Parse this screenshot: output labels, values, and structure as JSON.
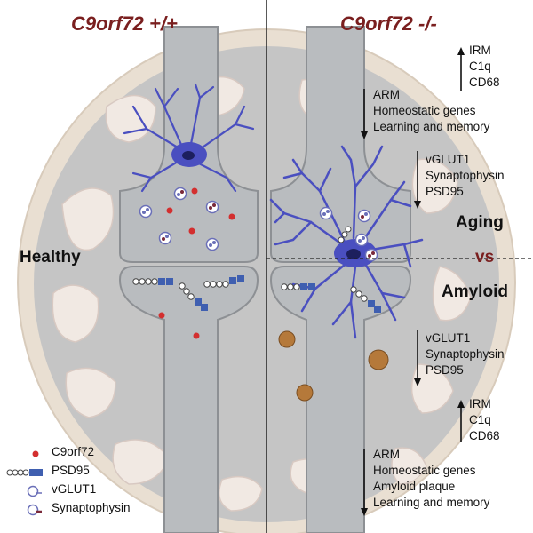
{
  "titles": {
    "left": "C9orf72 +/+",
    "right": "C9orf72 -/-"
  },
  "labels": {
    "healthy": "Healthy",
    "aging": "Aging",
    "vs": "vs",
    "amyloid": "Amyloid"
  },
  "aging": {
    "up": [
      "IRM",
      "C1q",
      "CD68"
    ],
    "down": [
      "ARM",
      "Homeostatic genes",
      "Learning and memory"
    ],
    "synaptic_down": [
      "vGLUT1",
      "Synaptophysin",
      "PSD95"
    ]
  },
  "amyloid": {
    "synaptic_down": [
      "vGLUT1",
      "Synaptophysin",
      "PSD95"
    ],
    "up": [
      "IRM",
      "C1q",
      "CD68"
    ],
    "down": [
      "ARM",
      "Homeostatic genes",
      "Amyloid plaque",
      "Learning and memory"
    ]
  },
  "legend": [
    "C9orf72",
    "PSD95",
    "vGLUT1",
    "Synaptophysin"
  ],
  "colors": {
    "title": "#7a1f1f",
    "microglia": "#4a4fc0",
    "c9orf72_dot": "#d32f2f",
    "psd95": "#3f5fb0",
    "plaque": "#b5793a",
    "brain_outer": "#e9dfd2",
    "synapse_fill": "#b9bcbf"
  }
}
